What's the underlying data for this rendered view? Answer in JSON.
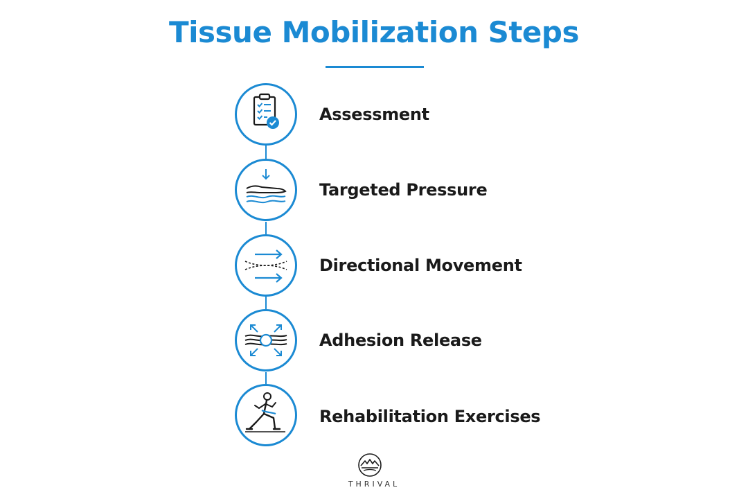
{
  "title": "Tissue Mobilization Steps",
  "accent_color": "#1b8ad3",
  "text_color": "#1a1a1a",
  "steps": [
    {
      "label": "Assessment",
      "icon": "clipboard-check-icon"
    },
    {
      "label": "Targeted Pressure",
      "icon": "hand-pressure-icon"
    },
    {
      "label": "Directional Movement",
      "icon": "directional-arrows-icon"
    },
    {
      "label": "Adhesion Release",
      "icon": "adhesion-release-icon"
    },
    {
      "label": "Rehabilitation Exercises",
      "icon": "lunge-exercise-icon"
    }
  ],
  "brand": {
    "name": "THRIVAL",
    "logo_icon": "thrival-logo-icon"
  }
}
